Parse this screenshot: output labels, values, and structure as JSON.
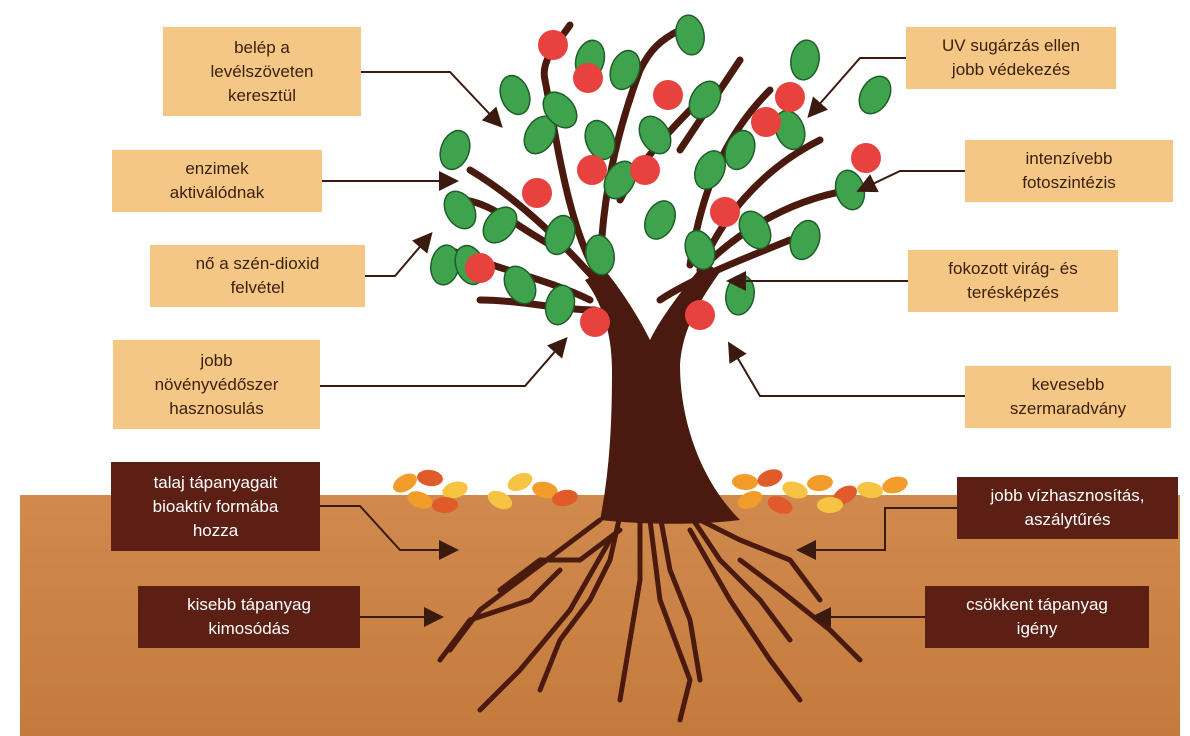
{
  "colors": {
    "soil_top": "#d08a4e",
    "soil_bottom": "#c47a3d",
    "trunk": "#4a1a0f",
    "leaf": "#3fa34d",
    "leaf_edge": "#1f5e2a",
    "fruit": "#e8423f",
    "fallen_leaf_1": "#f29c2b",
    "fallen_leaf_2": "#e05a2a",
    "fallen_leaf_3": "#f6c343",
    "label_above_bg": "#f5c784",
    "label_below_bg": "#5b1f14",
    "arrow": "#3b1a10"
  },
  "labels_above": [
    {
      "id": "lbl-leaf-tissue",
      "text": "belép a\nlevélszöveten\nkeresztül"
    },
    {
      "id": "lbl-enzymes",
      "text": "enzimek\naktiválódnak"
    },
    {
      "id": "lbl-co2",
      "text": "nő a szén-dioxid\nfelvétel"
    },
    {
      "id": "lbl-pesticide",
      "text": "jobb\nnövényvédőszer\nhasznosulás"
    },
    {
      "id": "lbl-uv",
      "text": "UV sugárzás ellen\njobb védekezés"
    },
    {
      "id": "lbl-photosynthesis",
      "text": "intenzívebb\nfotoszintézis"
    },
    {
      "id": "lbl-flowering",
      "text": "fokozott virág- és\nterésképzés"
    },
    {
      "id": "lbl-residue",
      "text": "kevesebb\nszermaradvány"
    }
  ],
  "labels_below": [
    {
      "id": "lbl-bioactive",
      "text": "talaj tápanyagait\nbioaktív formába\nhozza"
    },
    {
      "id": "lbl-leaching",
      "text": "kisebb tápanyag\nkimosódás"
    },
    {
      "id": "lbl-water",
      "text": "jobb vízhasznosítás,\naszálytűrés"
    },
    {
      "id": "lbl-nutrient-need",
      "text": "csökkent tápanyag\nigény"
    }
  ]
}
